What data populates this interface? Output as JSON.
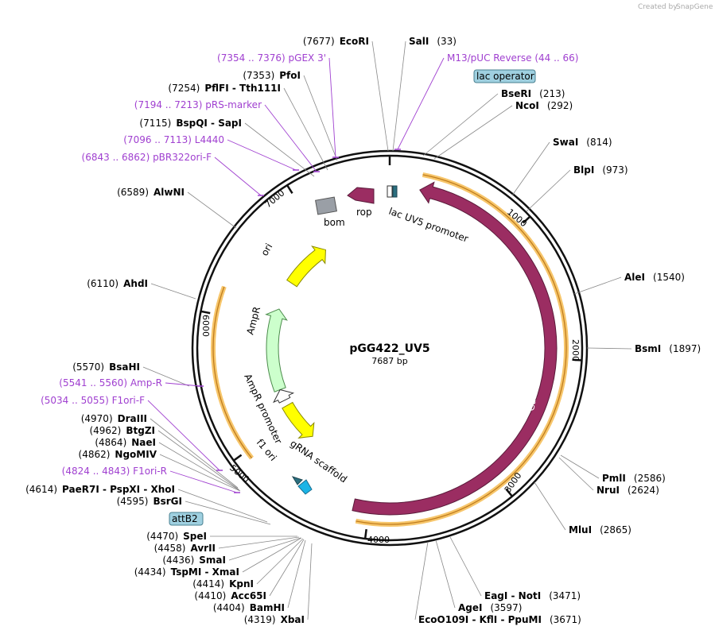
{
  "credit": {
    "text": "Created by",
    "brand": "SnapGene"
  },
  "plasmid": {
    "name": "pGG422_UV5",
    "length_label": "7687 bp",
    "length": 7687
  },
  "ticks": [
    "1000",
    "2000",
    "3000",
    "4000",
    "5000",
    "6000",
    "7000"
  ],
  "features": [
    {
      "name": "Cas9",
      "color": "#9b2d62"
    },
    {
      "name": "lac UV5 promoter",
      "color": "#ffffff"
    },
    {
      "name": "rop",
      "color": "#9b2d62"
    },
    {
      "name": "bom",
      "color": "#9a9fa6"
    },
    {
      "name": "ori",
      "color": "#ffff00"
    },
    {
      "name": "AmpR",
      "color": "#ccffcc"
    },
    {
      "name": "AmpR promoter",
      "color": "#ffffff"
    },
    {
      "name": "f1 ori",
      "color": "#ffff00"
    },
    {
      "name": "gRNA scaffold",
      "color": "#1ab4e6"
    }
  ],
  "boxed_labels": [
    "lac operator",
    "attB2"
  ],
  "sites": [
    {
      "name": "EcoRI",
      "pos": "(7677)",
      "side": "left"
    },
    {
      "name": "SalI",
      "pos": "(33)",
      "side": "right"
    },
    {
      "name": "BseRI",
      "pos": "(213)",
      "side": "right"
    },
    {
      "name": "NcoI",
      "pos": "(292)",
      "side": "right"
    },
    {
      "name": "SwaI",
      "pos": "(814)",
      "side": "right"
    },
    {
      "name": "BlpI",
      "pos": "(973)",
      "side": "right"
    },
    {
      "name": "AleI",
      "pos": "(1540)",
      "side": "right"
    },
    {
      "name": "BsmI",
      "pos": "(1897)",
      "side": "right"
    },
    {
      "name": "PmlI",
      "pos": "(2586)",
      "side": "right"
    },
    {
      "name": "NruI",
      "pos": "(2624)",
      "side": "right"
    },
    {
      "name": "MluI",
      "pos": "(2865)",
      "side": "right"
    },
    {
      "name": "EagI - NotI",
      "pos": "(3471)",
      "side": "right"
    },
    {
      "name": "AgeI",
      "pos": "(3597)",
      "side": "right"
    },
    {
      "name": "EcoO109I - KflI - PpuMI",
      "pos": "(3671)",
      "side": "right"
    },
    {
      "name": "XbaI",
      "pos": "(4319)",
      "side": "left"
    },
    {
      "name": "BamHI",
      "pos": "(4404)",
      "side": "left"
    },
    {
      "name": "Acc65I",
      "pos": "(4410)",
      "side": "left"
    },
    {
      "name": "KpnI",
      "pos": "(4414)",
      "side": "left"
    },
    {
      "name": "TspMI - XmaI",
      "pos": "(4434)",
      "side": "left"
    },
    {
      "name": "SmaI",
      "pos": "(4436)",
      "side": "left"
    },
    {
      "name": "AvrII",
      "pos": "(4458)",
      "side": "left"
    },
    {
      "name": "SpeI",
      "pos": "(4470)",
      "side": "left"
    },
    {
      "name": "BsrGI",
      "pos": "(4595)",
      "side": "left"
    },
    {
      "name": "PaeR7I - PspXI - XhoI",
      "pos": "(4614)",
      "side": "left"
    },
    {
      "name": "NgoMIV",
      "pos": "(4862)",
      "side": "left"
    },
    {
      "name": "NaeI",
      "pos": "(4864)",
      "side": "left"
    },
    {
      "name": "BtgZI",
      "pos": "(4962)",
      "side": "left"
    },
    {
      "name": "DraIII",
      "pos": "(4970)",
      "side": "left"
    },
    {
      "name": "BsaHI",
      "pos": "(5570)",
      "side": "left"
    },
    {
      "name": "AhdI",
      "pos": "(6110)",
      "side": "left"
    },
    {
      "name": "AlwNI",
      "pos": "(6589)",
      "side": "left"
    },
    {
      "name": "BspQI - SapI",
      "pos": "(7115)",
      "side": "left"
    },
    {
      "name": "PflFI - Tth111I",
      "pos": "(7254)",
      "side": "left"
    },
    {
      "name": "PfoI",
      "pos": "(7353)",
      "side": "left"
    }
  ],
  "primers": [
    {
      "range": "(7354 .. 7376)",
      "name": "pGEX 3'"
    },
    {
      "name": "M13/pUC Reverse",
      "range": "(44 .. 66)"
    },
    {
      "range": "(7194 .. 7213)",
      "name": "pRS-marker"
    },
    {
      "range": "(7096 .. 7113)",
      "name": "L4440"
    },
    {
      "range": "(6843 .. 6862)",
      "name": "pBR322ori-F"
    },
    {
      "range": "(5541 .. 5560)",
      "name": "Amp-R"
    },
    {
      "range": "(5034 .. 5055)",
      "name": "F1ori-F"
    },
    {
      "range": "(4824 .. 4843)",
      "name": "F1ori-R"
    }
  ],
  "colors": {
    "primer": "#a040d0",
    "highlight": "#f7c66b",
    "box_fill": "#9fd0e0"
  }
}
